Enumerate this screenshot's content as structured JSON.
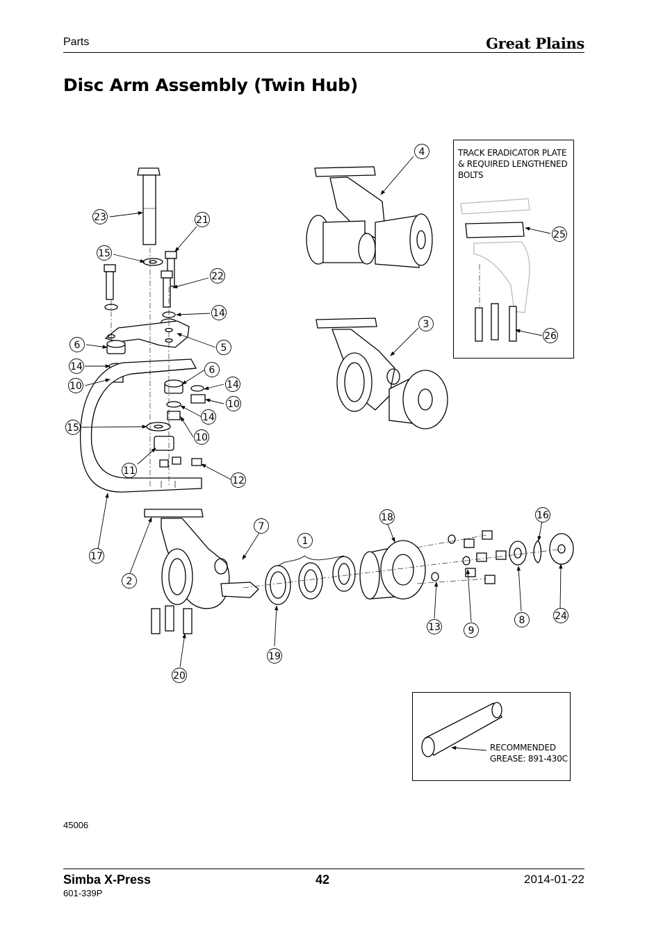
{
  "header": {
    "section": "Parts",
    "brand": "Great Plains"
  },
  "title": "Disc Arm Assembly (Twin Hub)",
  "callouts": {
    "track_eradicator": "TRACK ERADICATOR PLATE\n& REQUIRED LENGTHENED\nBOLTS",
    "grease": "RECOMMENDED\nGREASE: 891-430C"
  },
  "part_labels": [
    "23",
    "21",
    "15",
    "22",
    "14",
    "6",
    "5",
    "14",
    "10",
    "6",
    "14",
    "10",
    "14",
    "15",
    "10",
    "11",
    "12",
    "17",
    "2",
    "7",
    "1",
    "18",
    "16",
    "19",
    "20",
    "13",
    "9",
    "8",
    "24",
    "4",
    "3",
    "25",
    "26"
  ],
  "figure_id": "45006",
  "footer": {
    "product": "Simba X-Press",
    "page": "42",
    "date": "2014-01-22",
    "doc_number": "601-339P"
  },
  "colors": {
    "ink": "#000000",
    "light_gray": "#bbbbbb",
    "paper": "#ffffff"
  }
}
